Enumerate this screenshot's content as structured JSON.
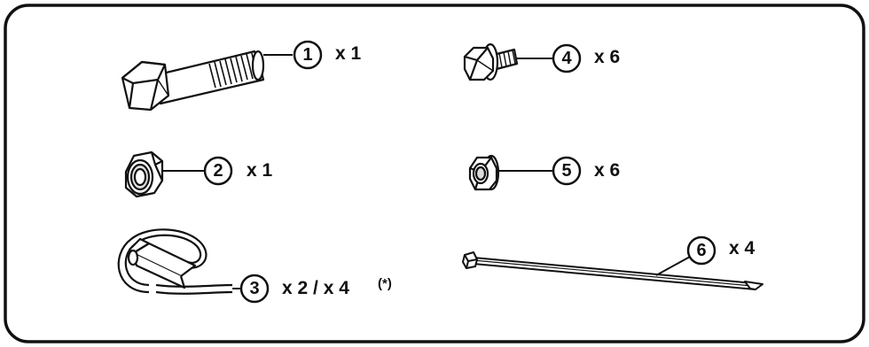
{
  "colors": {
    "stroke": "#111111",
    "panel_fill": "#ffffff",
    "part_fill": "#ffffff",
    "part_shade": "#cfcfcf"
  },
  "parts": [
    {
      "number": "1",
      "quantity": "x 1",
      "icon": "hex-bolt-icon"
    },
    {
      "number": "2",
      "quantity": "x 1",
      "icon": "lock-nut-icon"
    },
    {
      "number": "3",
      "quantity": "x 2 / x 4",
      "note": "(*)",
      "icon": "hitch-pin-clip-icon"
    },
    {
      "number": "4",
      "quantity": "x 6",
      "icon": "flange-bolt-icon"
    },
    {
      "number": "5",
      "quantity": "x 6",
      "icon": "flange-nut-icon"
    },
    {
      "number": "6",
      "quantity": "x 4",
      "icon": "cable-tie-icon"
    }
  ]
}
